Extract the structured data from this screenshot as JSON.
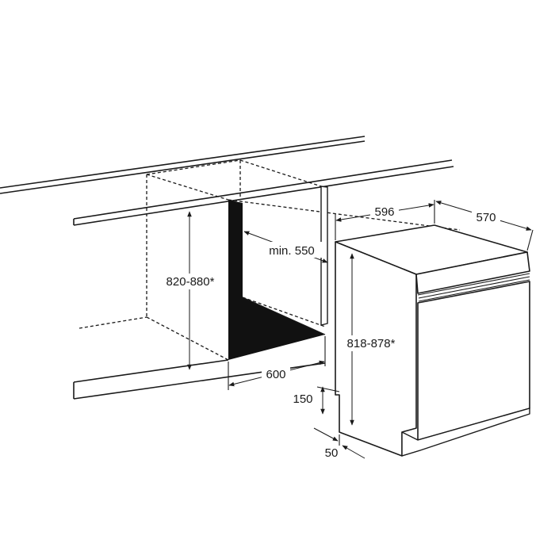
{
  "dimensions": {
    "niche_height": "820-880*",
    "niche_depth": "min. 550",
    "niche_width": "600",
    "appliance_width": "596",
    "appliance_depth": "570",
    "appliance_height": "818-878*",
    "plinth_height": "150",
    "plinth_depth": "50"
  }
}
